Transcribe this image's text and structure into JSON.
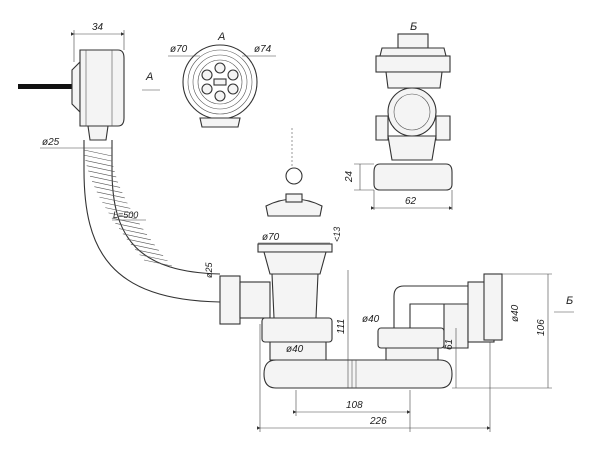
{
  "view_labels": {
    "a": "A",
    "b": "Б"
  },
  "dimensions": {
    "d34": "34",
    "d70_top": "ø70",
    "d74_top": "ø74",
    "d25_left": "ø25",
    "hose_length": "L=500",
    "d24": "24",
    "d62": "62",
    "d70_main": "ø70",
    "d13": "<13",
    "d25_conn": "ø25",
    "d40_mid": "ø40",
    "d40_low": "ø40",
    "d40_right": "ø40",
    "d111": "111",
    "d61": "61",
    "d106": "106",
    "d108": "108",
    "d226": "226"
  }
}
